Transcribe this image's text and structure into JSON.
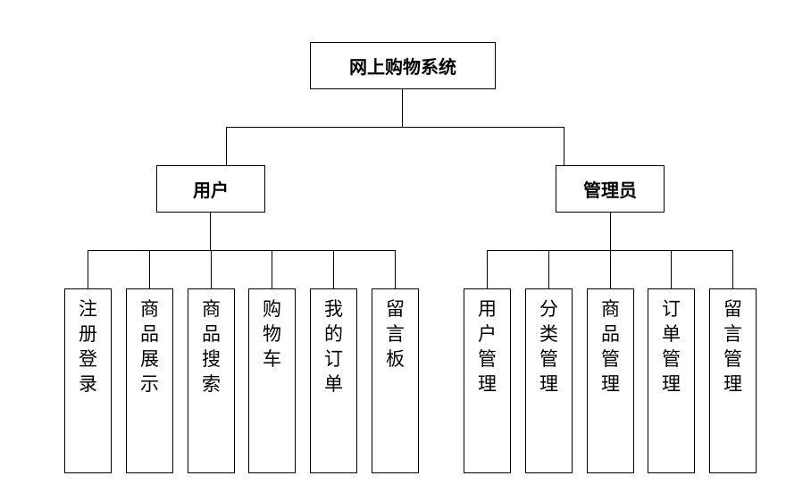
{
  "root": {
    "label": "网上购物系统"
  },
  "groups": [
    {
      "label": "用户",
      "items": [
        "注册登录",
        "商品展示",
        "商品搜索",
        "购物车",
        "我的订单",
        "留言板"
      ]
    },
    {
      "label": "管理员",
      "items": [
        "用户管理",
        "分类管理",
        "商品管理",
        "订单管理",
        "留言管理"
      ]
    }
  ]
}
